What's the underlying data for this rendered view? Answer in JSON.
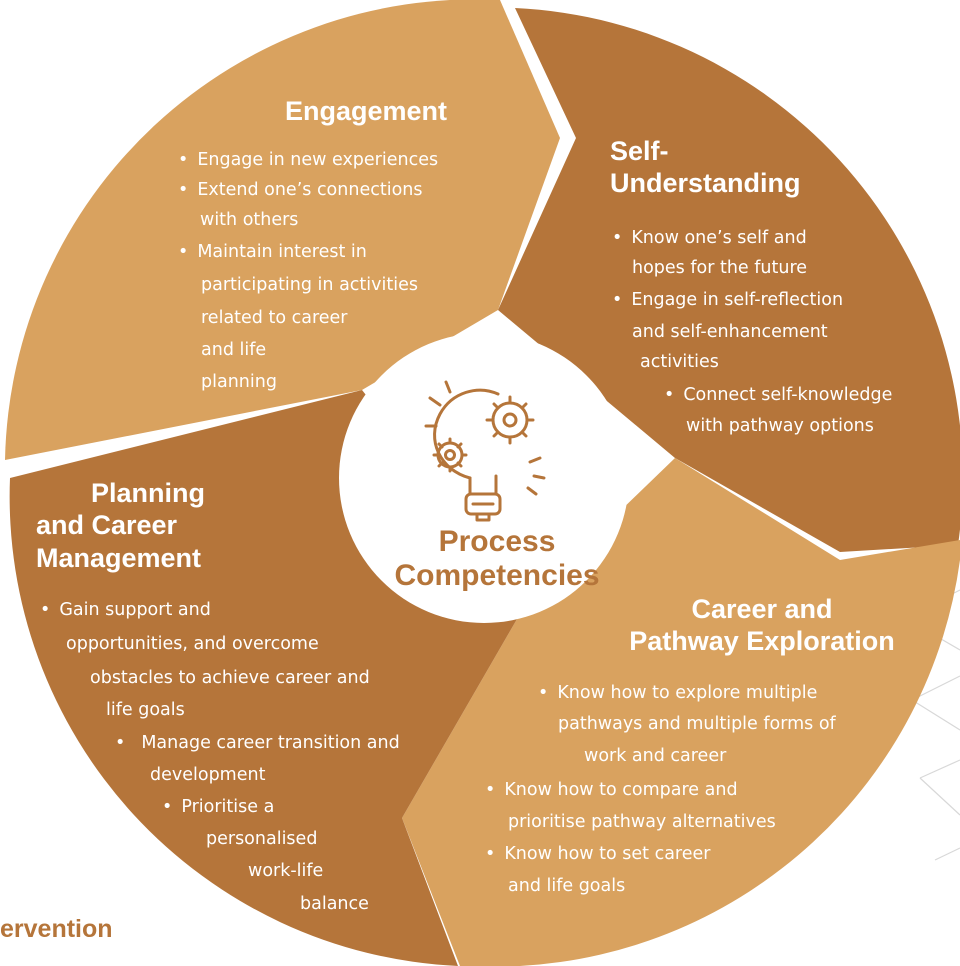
{
  "colors": {
    "light": "#d9a25f",
    "dark": "#b5753a",
    "center_text": "#b5753a",
    "background": "#ffffff"
  },
  "center": {
    "title_line1": "Process",
    "title_line2": "Competencies",
    "icon": "lightbulb-gears-icon"
  },
  "segments": [
    {
      "id": "engagement",
      "title_lines": [
        "Engagement"
      ],
      "bullet_lines": [
        {
          "t": "Engage in new experiences",
          "b": true
        },
        {
          "t": "Extend one’s connections",
          "b": true
        },
        {
          "t": "with others",
          "b": false
        },
        {
          "t": "Maintain interest in",
          "b": true
        },
        {
          "t": "participating in activities",
          "b": false
        },
        {
          "t": "related to career",
          "b": false
        },
        {
          "t": "and life",
          "b": false
        },
        {
          "t": "planning",
          "b": false
        }
      ]
    },
    {
      "id": "self-understanding",
      "title_lines": [
        "Self-",
        "Understanding"
      ],
      "bullet_lines": [
        {
          "t": "Know one’s self and",
          "b": true
        },
        {
          "t": "hopes for the future",
          "b": false
        },
        {
          "t": "Engage in self-reflection",
          "b": true
        },
        {
          "t": "and self-enhancement",
          "b": false
        },
        {
          "t": "activities",
          "b": false
        },
        {
          "t": "Connect self-knowledge",
          "b": true
        },
        {
          "t": "with pathway options",
          "b": false
        }
      ]
    },
    {
      "id": "career-pathway-exploration",
      "title_lines": [
        "Career and",
        "Pathway Exploration"
      ],
      "bullet_lines": [
        {
          "t": "Know how to explore multiple",
          "b": true
        },
        {
          "t": "pathways and multiple forms of",
          "b": false
        },
        {
          "t": "work and career",
          "b": false
        },
        {
          "t": "Know how to compare and",
          "b": true
        },
        {
          "t": "prioritise pathway alternatives",
          "b": false
        },
        {
          "t": "Know how to set career",
          "b": true
        },
        {
          "t": "and life goals",
          "b": false
        }
      ]
    },
    {
      "id": "planning-career-management",
      "title_lines": [
        "Planning",
        "and Career",
        "Management"
      ],
      "bullet_lines": [
        {
          "t": "Gain support and",
          "b": true
        },
        {
          "t": "opportunities, and overcome",
          "b": false
        },
        {
          "t": "obstacles to achieve career and",
          "b": false
        },
        {
          "t": "life goals",
          "b": false
        },
        {
          "t": "Manage career transition and",
          "b": true
        },
        {
          "t": "development",
          "b": false
        },
        {
          "t": "Prioritise a",
          "b": true
        },
        {
          "t": "personalised",
          "b": false
        },
        {
          "t": "work-life",
          "b": false
        },
        {
          "t": "balance",
          "b": false
        }
      ]
    }
  ],
  "cut_off_label": {
    "line1": "ervention",
    "line2": ""
  }
}
